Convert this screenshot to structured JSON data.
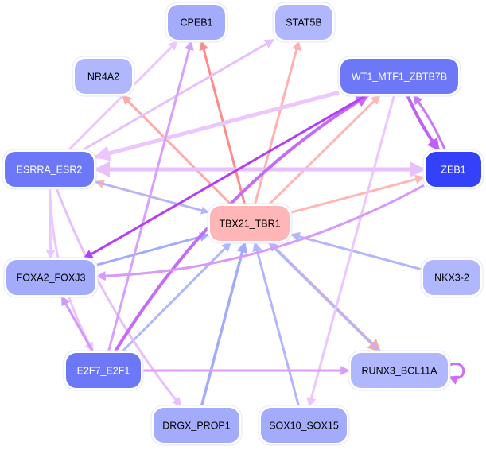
{
  "diagram": {
    "title": "",
    "nodes": [
      {
        "id": "CPEB1",
        "label": "CPEB1",
        "fill": "#a3abfb",
        "text": "#000000"
      },
      {
        "id": "STAT5B",
        "label": "STAT5B",
        "fill": "#b0b7fc",
        "text": "#000000"
      },
      {
        "id": "NR4A2",
        "label": "NR4A2",
        "fill": "#b0b7fc",
        "text": "#000000"
      },
      {
        "id": "WT1_MTF1_ZBTB7B",
        "label": "WT1_MTF1_ZBTB7B",
        "fill": "#6c78f8",
        "text": "#ffffff"
      },
      {
        "id": "ESRRA_ESR2",
        "label": "ESRRA_ESR2",
        "fill": "#6c78f8",
        "text": "#ffffff"
      },
      {
        "id": "ZEB1",
        "label": "ZEB1",
        "fill": "#3342f8",
        "text": "#ffffff"
      },
      {
        "id": "TBX21_TBR1",
        "label": "TBX21_TBR1",
        "fill": "#ffb6b6",
        "text": "#000000"
      },
      {
        "id": "FOXA2_FOXJ3",
        "label": "FOXA2_FOXJ3",
        "fill": "#a3abfb",
        "text": "#000000"
      },
      {
        "id": "NKX3-2",
        "label": "NKX3-2",
        "fill": "#b0b7fc",
        "text": "#000000"
      },
      {
        "id": "E2F7_E2F1",
        "label": "E2F7_E2F1",
        "fill": "#6c78f8",
        "text": "#ffffff"
      },
      {
        "id": "RUNX3_BCL11A",
        "label": "RUNX3_BCL11A",
        "fill": "#b0b7fc",
        "text": "#000000"
      },
      {
        "id": "DRGX_PROP1",
        "label": "DRGX_PROP1",
        "fill": "#a3abfb",
        "text": "#000000"
      },
      {
        "id": "SOX10_SOX15",
        "label": "SOX10_SOX15",
        "fill": "#a3abfb",
        "text": "#000000"
      }
    ],
    "edges": [
      {
        "from": "TBX21_TBR1",
        "to": "CPEB1",
        "color": "#ff8a8a",
        "weight": 3
      },
      {
        "from": "TBX21_TBR1",
        "to": "STAT5B",
        "color": "#ffb0b0",
        "weight": 3
      },
      {
        "from": "TBX21_TBR1",
        "to": "NR4A2",
        "color": "#ffaaaa",
        "weight": 3
      },
      {
        "from": "TBX21_TBR1",
        "to": "WT1_MTF1_ZBTB7B",
        "color": "#ffb6b6",
        "weight": 3
      },
      {
        "from": "TBX21_TBR1",
        "to": "ZEB1",
        "color": "#ffb6b6",
        "weight": 3
      },
      {
        "from": "TBX21_TBR1",
        "to": "ESRRA_ESR2",
        "color": "#ffb6b6",
        "weight": 3
      },
      {
        "from": "TBX21_TBR1",
        "to": "RUNX3_BCL11A",
        "color": "#ffa6a6",
        "weight": 4
      },
      {
        "from": "ESRRA_ESR2",
        "to": "TBX21_TBR1",
        "color": "#b0b7fc",
        "weight": 2.5
      },
      {
        "from": "FOXA2_FOXJ3",
        "to": "TBX21_TBR1",
        "color": "#a3abfb",
        "weight": 3
      },
      {
        "from": "E2F7_E2F1",
        "to": "TBX21_TBR1",
        "color": "#b0b7fc",
        "weight": 3
      },
      {
        "from": "DRGX_PROP1",
        "to": "TBX21_TBR1",
        "color": "#a3abfb",
        "weight": 3.5
      },
      {
        "from": "SOX10_SOX15",
        "to": "TBX21_TBR1",
        "color": "#b0b7fc",
        "weight": 3
      },
      {
        "from": "NKX3-2",
        "to": "TBX21_TBR1",
        "color": "#b0b7fc",
        "weight": 3
      },
      {
        "from": "RUNX3_BCL11A",
        "to": "TBX21_TBR1",
        "color": "#b0b7fc",
        "weight": 3
      },
      {
        "from": "ESRRA_ESR2",
        "to": "CPEB1",
        "color": "#ecc6fc",
        "weight": 3
      },
      {
        "from": "ESRRA_ESR2",
        "to": "STAT5B",
        "color": "#e8c0fc",
        "weight": 3
      },
      {
        "from": "WT1_MTF1_ZBTB7B",
        "to": "ESRRA_ESR2",
        "color": "#ecc6fc",
        "weight": 5
      },
      {
        "from": "ZEB1",
        "to": "ESRRA_ESR2",
        "color": "#e8c0fc",
        "weight": 5
      },
      {
        "from": "ESRRA_ESR2",
        "to": "ZEB1",
        "color": "#e8c0fc",
        "weight": 5
      },
      {
        "from": "ESRRA_ESR2",
        "to": "FOXA2_FOXJ3",
        "color": "#ecc6fc",
        "weight": 3
      },
      {
        "from": "ESRRA_ESR2",
        "to": "E2F7_E2F1",
        "color": "#ecc6fc",
        "weight": 3
      },
      {
        "from": "ESRRA_ESR2",
        "to": "DRGX_PROP1",
        "color": "#e8c0fc",
        "weight": 3
      },
      {
        "from": "E2F7_E2F1",
        "to": "CPEB1",
        "color": "#d8a0fc",
        "weight": 3
      },
      {
        "from": "E2F7_E2F1",
        "to": "WT1_MTF1_ZBTB7B",
        "color": "#c66afa",
        "weight": 4
      },
      {
        "from": "WT1_MTF1_ZBTB7B",
        "to": "FOXA2_FOXJ3",
        "color": "#b63cf6",
        "weight": 3
      },
      {
        "from": "WT1_MTF1_ZBTB7B",
        "to": "ZEB1",
        "color": "#c060f8",
        "weight": 4
      },
      {
        "from": "ZEB1",
        "to": "WT1_MTF1_ZBTB7B",
        "color": "#c878fa",
        "weight": 3
      },
      {
        "from": "WT1_MTF1_ZBTB7B",
        "to": "SOX10_SOX15",
        "color": "#ecc6fc",
        "weight": 3
      },
      {
        "from": "ZEB1",
        "to": "FOXA2_FOXJ3",
        "color": "#d898fc",
        "weight": 3
      },
      {
        "from": "E2F7_E2F1",
        "to": "FOXA2_FOXJ3",
        "color": "#d498fc",
        "weight": 3
      },
      {
        "from": "E2F7_E2F1",
        "to": "RUNX3_BCL11A",
        "color": "#dc9cfc",
        "weight": 3
      },
      {
        "from": "RUNX3_BCL11A",
        "to": "RUNX3_BCL11A",
        "color": "#cc70fa",
        "weight": 3
      }
    ]
  }
}
